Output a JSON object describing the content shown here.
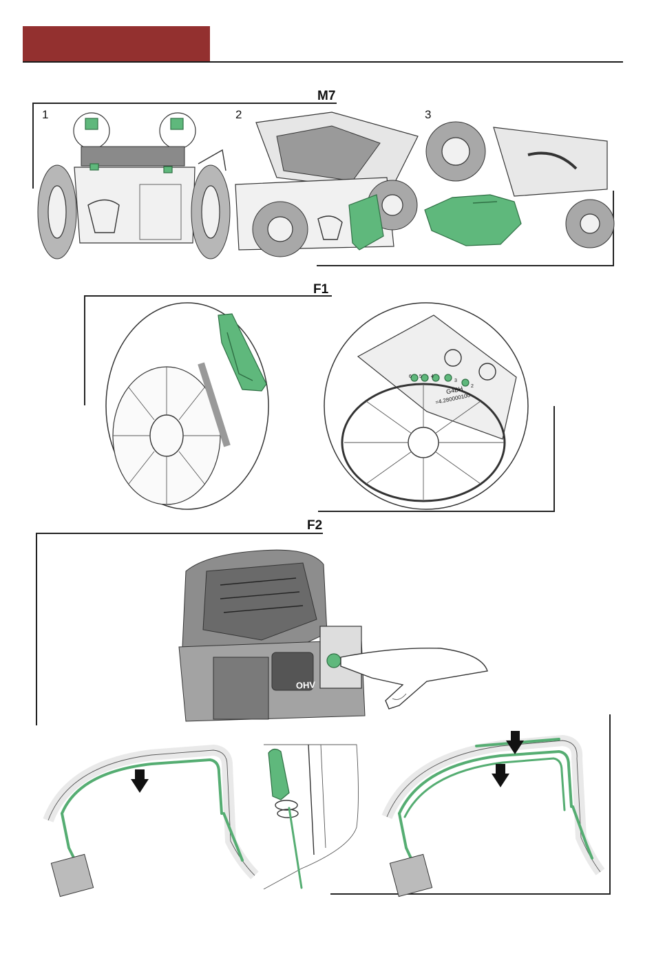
{
  "sections": {
    "m7": {
      "label": "M7",
      "steps": [
        "1",
        "2",
        "3"
      ]
    },
    "f1": {
      "label": "F1",
      "height_markers": [
        "6",
        "5",
        "4",
        "3",
        "2"
      ],
      "code_text": "G4BH",
      "serial_text": "=4.280000100"
    },
    "f2": {
      "label": "F2",
      "engine_badge": "OHV"
    }
  },
  "colors": {
    "header": "#93302f",
    "highlight": "#5fb87c"
  }
}
